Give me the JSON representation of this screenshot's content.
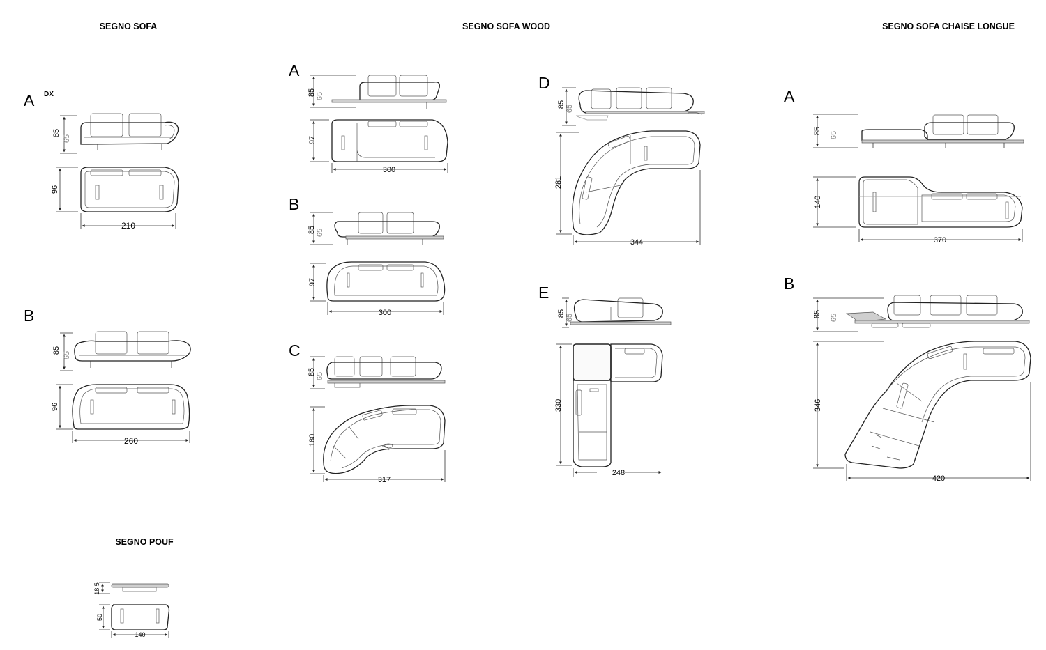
{
  "sections": {
    "sofa": {
      "title": "SEGNO SOFA",
      "variant_a": {
        "label": "A",
        "suffix": "DX",
        "height": "85",
        "seat": "65",
        "depth": "96",
        "width": "210"
      },
      "variant_b": {
        "label": "B",
        "height": "85",
        "seat": "65",
        "depth": "96",
        "width": "260"
      }
    },
    "wood": {
      "title": "SEGNO SOFA WOOD",
      "variant_a": {
        "label": "A",
        "height": "85",
        "seat": "65",
        "depth": "97",
        "width": "300"
      },
      "variant_b": {
        "label": "B",
        "height": "85",
        "seat": "65",
        "depth": "97",
        "width": "300"
      },
      "variant_c": {
        "label": "C",
        "height": "85",
        "seat": "65",
        "depth": "180",
        "width": "317"
      },
      "variant_d": {
        "label": "D",
        "height": "85",
        "seat": "65",
        "depth": "281",
        "width": "344"
      },
      "variant_e": {
        "label": "E",
        "height": "85",
        "seat": "65",
        "depth": "330",
        "width": "248"
      }
    },
    "chaise": {
      "title": "SEGNO SOFA CHAISE LONGUE",
      "variant_a": {
        "label": "A",
        "height": "85",
        "seat": "65",
        "depth": "140",
        "width": "370"
      },
      "variant_b": {
        "label": "B",
        "height": "85",
        "seat": "65",
        "depth": "346",
        "width": "420"
      }
    },
    "pouf": {
      "title": "SEGNO POUF",
      "height": "18.5",
      "depth": "50",
      "width": "140"
    }
  }
}
